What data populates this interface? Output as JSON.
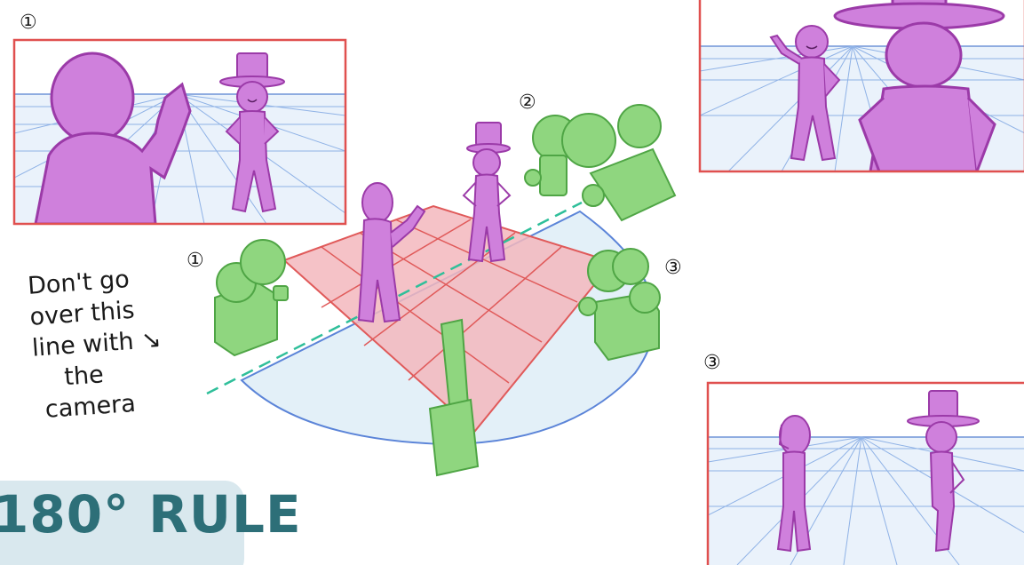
{
  "labels": {
    "panel1_number": "①",
    "camera1_number": "①",
    "camera2_number": "②",
    "camera3_number": "③",
    "panel3_number": "③"
  },
  "note": {
    "lines": [
      "Don't go",
      "over this",
      "line with ↘",
      "the",
      "camera"
    ]
  },
  "title": {
    "text": "180° RULE"
  },
  "colors": {
    "figure": "#cf80dc",
    "figure_stroke": "#9b3aa8",
    "camera": "#8fd67f",
    "camera_stroke": "#4fa545",
    "panel_border": "#e0504f",
    "floor_grid": "#f3b7bd",
    "floor_line": "#e05a5a",
    "half_circle": "#e3f0f8",
    "half_circle_stroke": "#5b84d8",
    "axis_line": "#2fbf9a",
    "badge_bg": "#d9e8ee",
    "badge_text": "#2d6f78"
  }
}
